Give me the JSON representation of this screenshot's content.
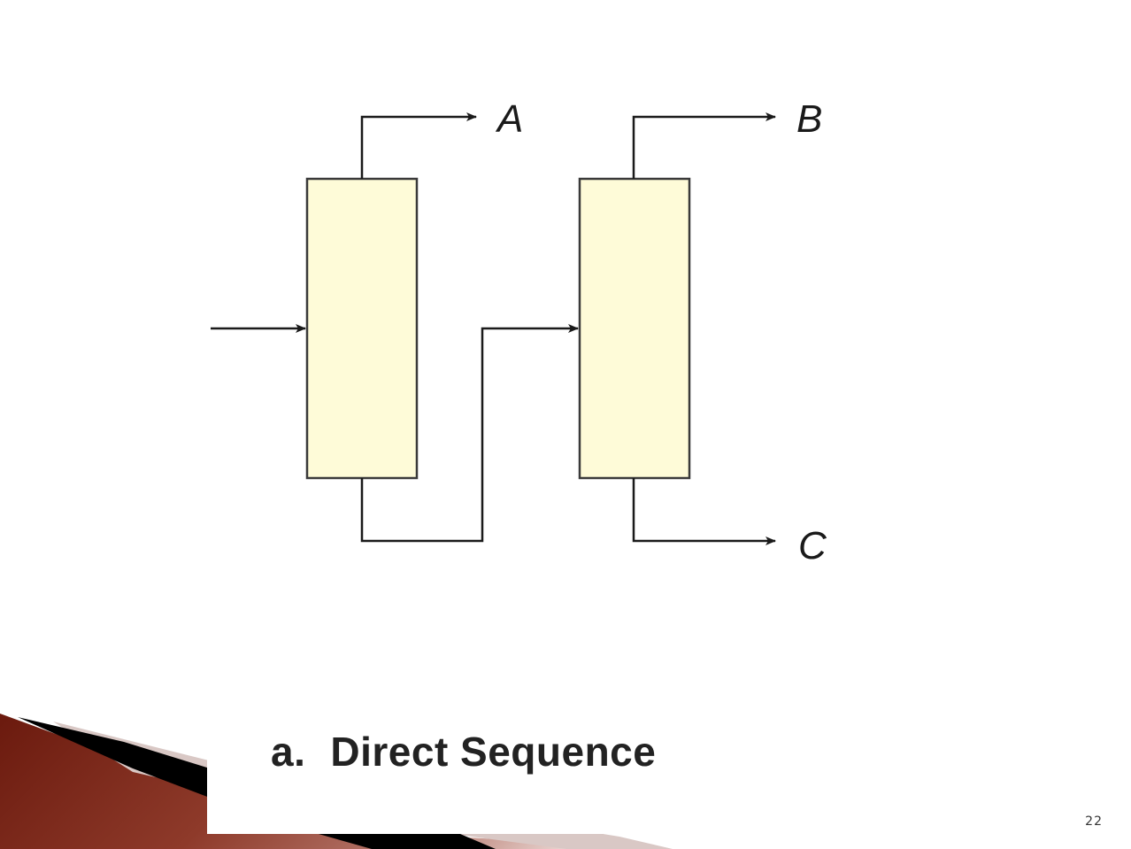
{
  "diagram": {
    "streams": {
      "top_left": "A",
      "top_right": "B",
      "bottom_right": "C"
    },
    "column_fill": "#fefbd8",
    "column_stroke": "#3a3a3a"
  },
  "caption": {
    "letter": "a.",
    "text": "Direct Sequence"
  },
  "footer": {
    "slide_number": "22"
  },
  "theme": {
    "decor_dark_red": "#6b1a0e",
    "decor_black": "#000000"
  }
}
